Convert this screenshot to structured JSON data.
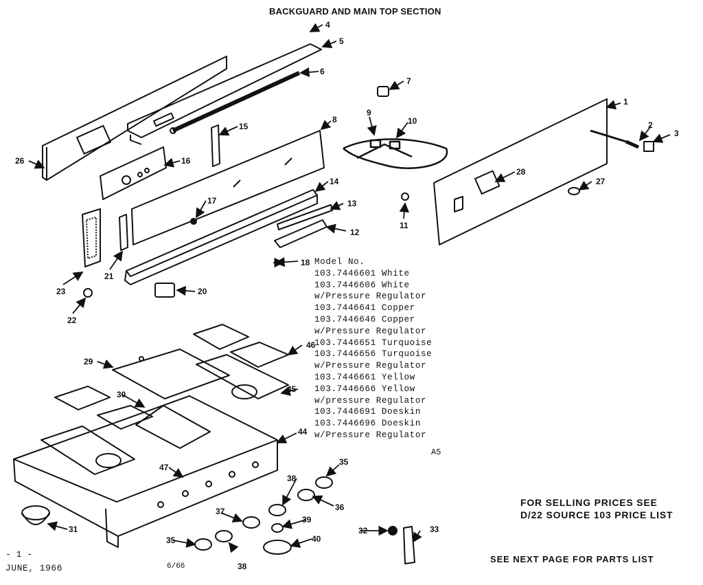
{
  "title": "BACKGUARD AND MAIN TOP SECTION",
  "model_block": [
    "Model No.",
    "103.7446601 White",
    "103.7446606 White",
    "w/Pressure Regulator",
    "103.7446641 Copper",
    "103.7446646 Copper",
    "w/Pressure Regulator",
    "103.7446651 Turquoise",
    "103.7446656 Turquoise",
    "w/Pressure Regulator",
    "103.7446661 Yellow",
    "103.7446666 Yellow",
    "w/pressure Regulator",
    "103.7446691 Doeskin",
    "103.7446696 Doeskin",
    "w/Pressure Regulator"
  ],
  "figure_code": "A5",
  "selling_note": {
    "line1": "FOR SELLING PRICES SEE",
    "line2": "D/22 SOURCE 103 PRICE LIST"
  },
  "next_page_note": "SEE NEXT PAGE FOR PARTS LIST",
  "page_number": "- 1 -",
  "date": "JUNE, 1966",
  "revision": "6/66",
  "callouts": [
    "1",
    "2",
    "3",
    "4",
    "5",
    "6",
    "7",
    "8",
    "9",
    "10",
    "11",
    "12",
    "13",
    "14",
    "15",
    "16",
    "17",
    "18",
    "20",
    "21",
    "22",
    "23",
    "26",
    "27",
    "28",
    "29",
    "30",
    "31",
    "32",
    "33",
    "35",
    "35",
    "36",
    "37",
    "38",
    "38",
    "39",
    "40",
    "44",
    "45",
    "46",
    "47"
  ]
}
